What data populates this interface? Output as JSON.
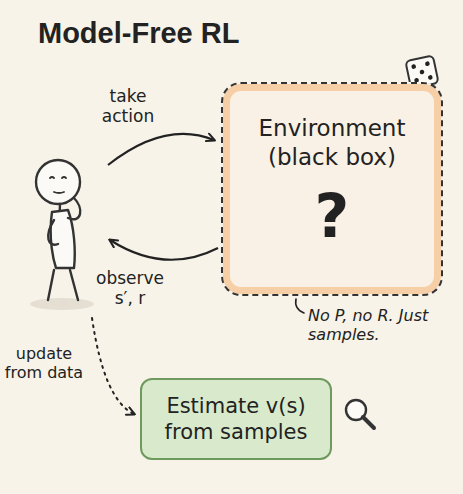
{
  "diagram": {
    "title": "Model-Free RL",
    "nodes": [
      {
        "text": [
          "Environment (black box)",
          "?"
        ]
      },
      {
        "text": [
          "Estimate v(s) from samples"
        ]
      }
    ],
    "labels": [
      "take action",
      "observe s′, r",
      "No P, no R. Just samples.",
      "update from data"
    ]
  }
}
